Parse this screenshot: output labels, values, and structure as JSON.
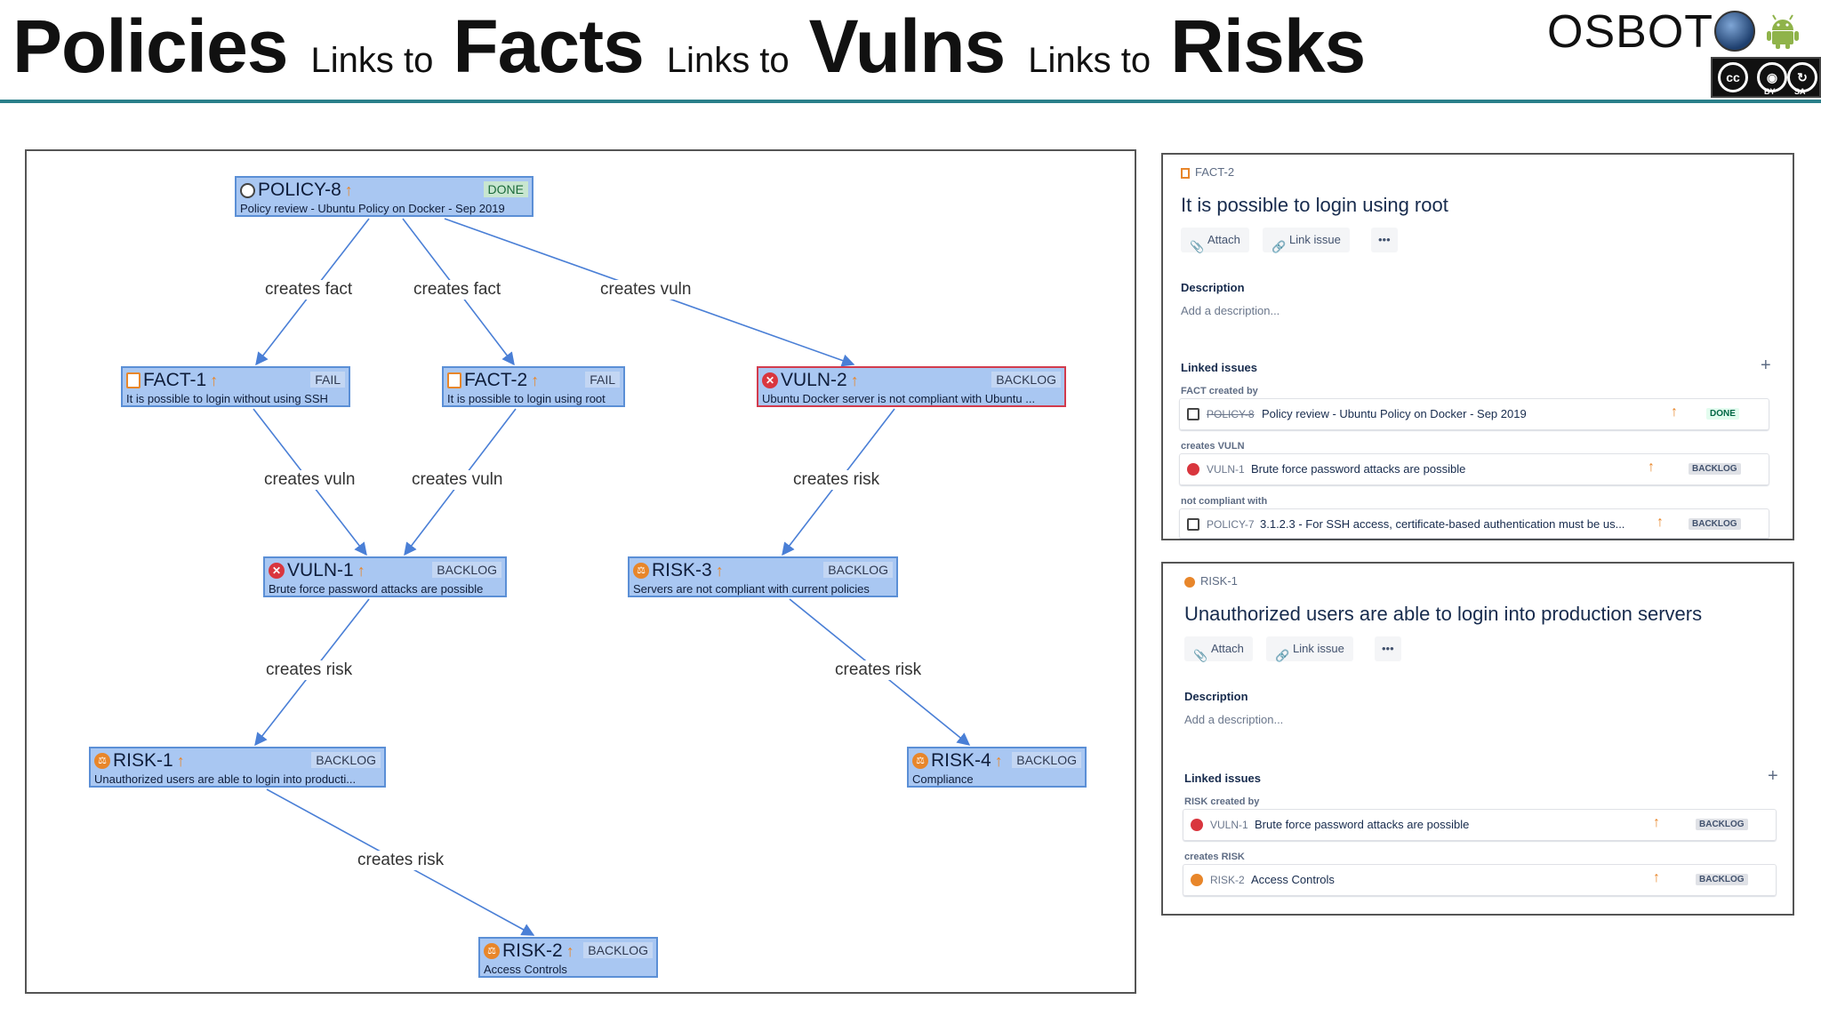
{
  "header": {
    "title_parts": [
      "Policies",
      "Links to",
      "Facts",
      "Links to",
      "Vulns",
      "Links to",
      "Risks"
    ],
    "brand": "OSBOT",
    "license": {
      "cc": "cc",
      "by": "BY",
      "sa": "SA"
    },
    "accent_color": "#2a7f8a"
  },
  "diagram": {
    "nodes": {
      "policy8": {
        "key": "POLICY-8",
        "status": "DONE",
        "desc": "Policy review - Ubuntu Policy on Docker - Sep 2019",
        "icon": "policy-icon"
      },
      "fact1": {
        "key": "FACT-1",
        "status": "FAIL",
        "desc": "It is possible to login without using SSH",
        "icon": "fact-icon"
      },
      "fact2": {
        "key": "FACT-2",
        "status": "FAIL",
        "desc": "It is possible to login using root",
        "icon": "fact-icon"
      },
      "vuln2": {
        "key": "VULN-2",
        "status": "BACKLOG",
        "desc": "Ubuntu Docker server is not compliant with Ubuntu ...",
        "icon": "vuln-icon"
      },
      "vuln1": {
        "key": "VULN-1",
        "status": "BACKLOG",
        "desc": "Brute force password attacks are possible",
        "icon": "vuln-icon"
      },
      "risk3": {
        "key": "RISK-3",
        "status": "BACKLOG",
        "desc": "Servers are not compliant with current policies",
        "icon": "risk-icon"
      },
      "risk1": {
        "key": "RISK-1",
        "status": "BACKLOG",
        "desc": "Unauthorized users are able to login into producti...",
        "icon": "risk-icon"
      },
      "risk4": {
        "key": "RISK-4",
        "status": "BACKLOG",
        "desc": "Compliance",
        "icon": "risk-icon"
      },
      "risk2": {
        "key": "RISK-2",
        "status": "BACKLOG",
        "desc": "Access Controls",
        "icon": "risk-icon"
      }
    },
    "edge_labels": {
      "p8_f1": "creates fact",
      "p8_f2": "creates fact",
      "p8_v2": "creates vuln",
      "f1_v1": "creates vuln",
      "f2_v1": "creates vuln",
      "v2_r3": "creates risk",
      "v1_r1": "creates risk",
      "r3_r4": "creates risk",
      "r1_r2": "creates risk"
    },
    "node_fill": "#a9c7f2",
    "edge_color": "#4a7fd6",
    "selected_border": "#d23b4d"
  },
  "fact_panel": {
    "crumb": "FACT-2",
    "title": "It is possible to login using root",
    "attach": "Attach",
    "link_issue": "Link issue",
    "more": "•••",
    "description_label": "Description",
    "description_placeholder": "Add a description...",
    "linked_label": "Linked issues",
    "plus": "+",
    "groups": [
      {
        "label": "FACT created by",
        "rows": [
          {
            "key": "POLICY-8",
            "title": "Policy review - Ubuntu Policy on Docker - Sep 2019",
            "status": "DONE",
            "icon": "policy-icon"
          }
        ]
      },
      {
        "label": "creates VULN",
        "rows": [
          {
            "key": "VULN-1",
            "title": "Brute force password attacks are possible",
            "status": "BACKLOG",
            "icon": "vuln-icon"
          }
        ]
      },
      {
        "label": "not compliant with",
        "rows": [
          {
            "key": "POLICY-7",
            "title": "3.1.2.3 - For SSH access, certificate-based authentication must be us...",
            "status": "BACKLOG",
            "icon": "policy-icon"
          }
        ]
      }
    ]
  },
  "risk_panel": {
    "crumb": "RISK-1",
    "title": "Unauthorized users are able to login into production servers",
    "attach": "Attach",
    "link_issue": "Link issue",
    "more": "•••",
    "description_label": "Description",
    "description_placeholder": "Add a description...",
    "linked_label": "Linked issues",
    "plus": "+",
    "groups": [
      {
        "label": "RISK created by",
        "rows": [
          {
            "key": "VULN-1",
            "title": "Brute force password attacks are possible",
            "status": "BACKLOG",
            "icon": "vuln-icon"
          }
        ]
      },
      {
        "label": "creates RISK",
        "rows": [
          {
            "key": "RISK-2",
            "title": "Access Controls",
            "status": "BACKLOG",
            "icon": "risk-icon"
          }
        ]
      }
    ]
  }
}
